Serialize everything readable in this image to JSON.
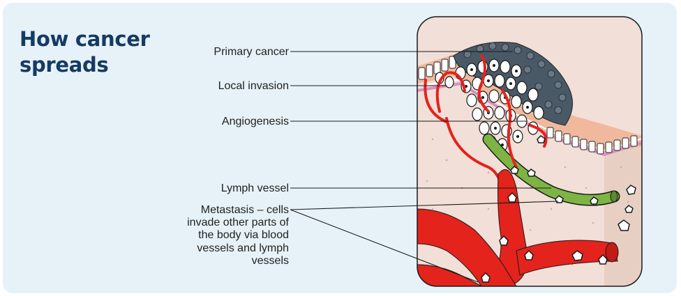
{
  "title": {
    "line1": "How cancer",
    "line2": "spreads"
  },
  "labels": {
    "primary_cancer": "Primary cancer",
    "local_invasion": "Local invasion",
    "angiogenesis": "Angiogenesis",
    "lymph_vessel": "Lymph vessel",
    "metastasis": "Metastasis – cells\ninvade other parts of\nthe body via blood\nvessels and lymph\nvessels"
  },
  "colors": {
    "background": "#e6f2f7",
    "title": "#153a66",
    "blood_vessel": "#e3231c",
    "lymph_vessel": "#7db443",
    "tumour": "#4a5966",
    "tissue": "#f1dfd8",
    "skin": "#f0b99d"
  }
}
